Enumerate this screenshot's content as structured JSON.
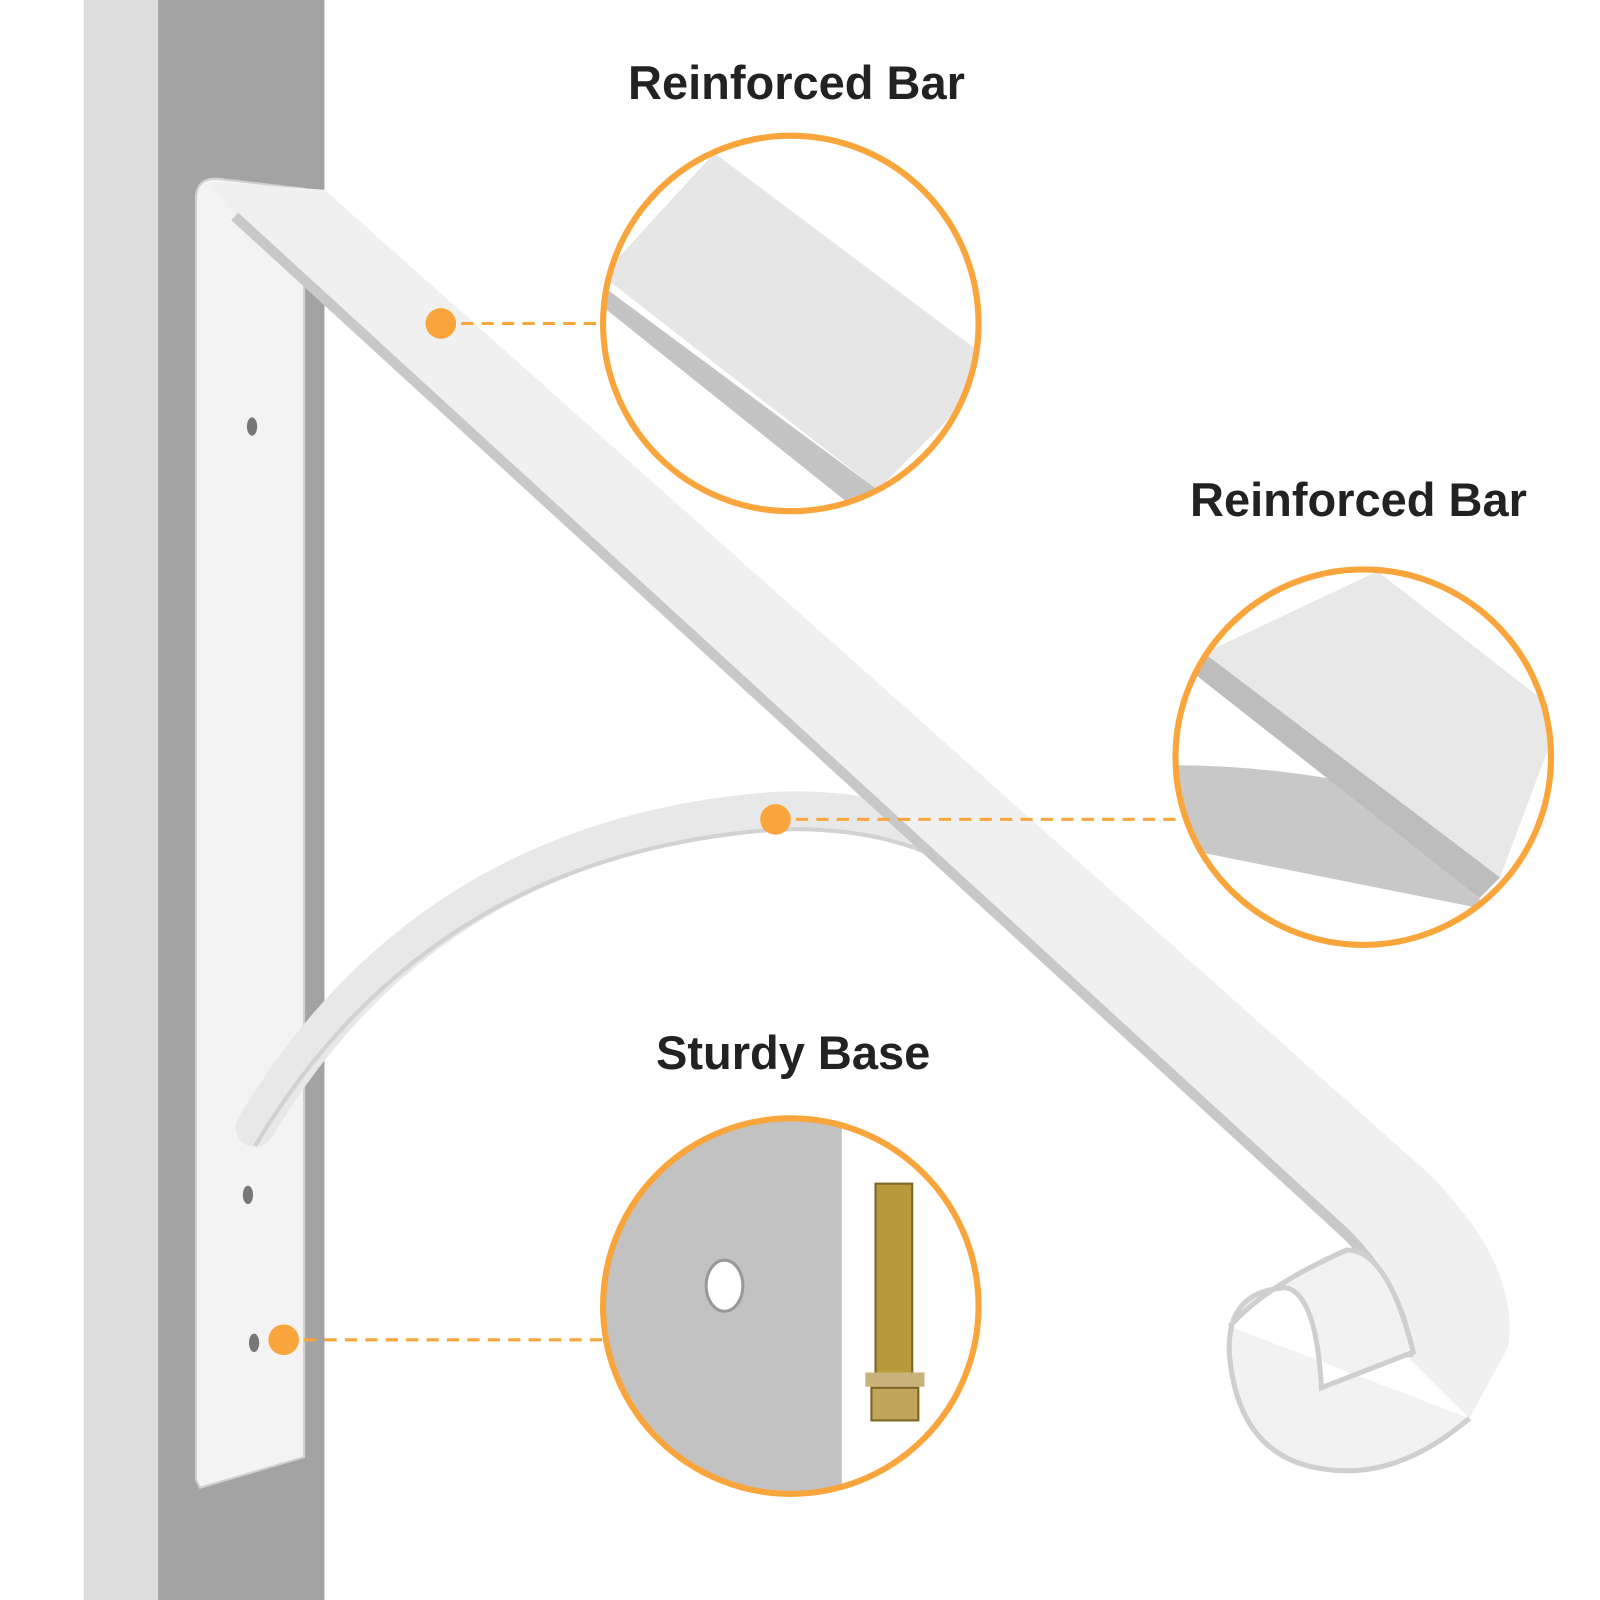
{
  "callouts": [
    {
      "label": "Reinforced Bar"
    },
    {
      "label": "Reinforced Bar"
    },
    {
      "label": "Sturdy Base"
    }
  ],
  "colors": {
    "accent": "#F9A53B",
    "text": "#222222",
    "bracket": "#F2F2F2",
    "wall": "#A6A6A6"
  }
}
